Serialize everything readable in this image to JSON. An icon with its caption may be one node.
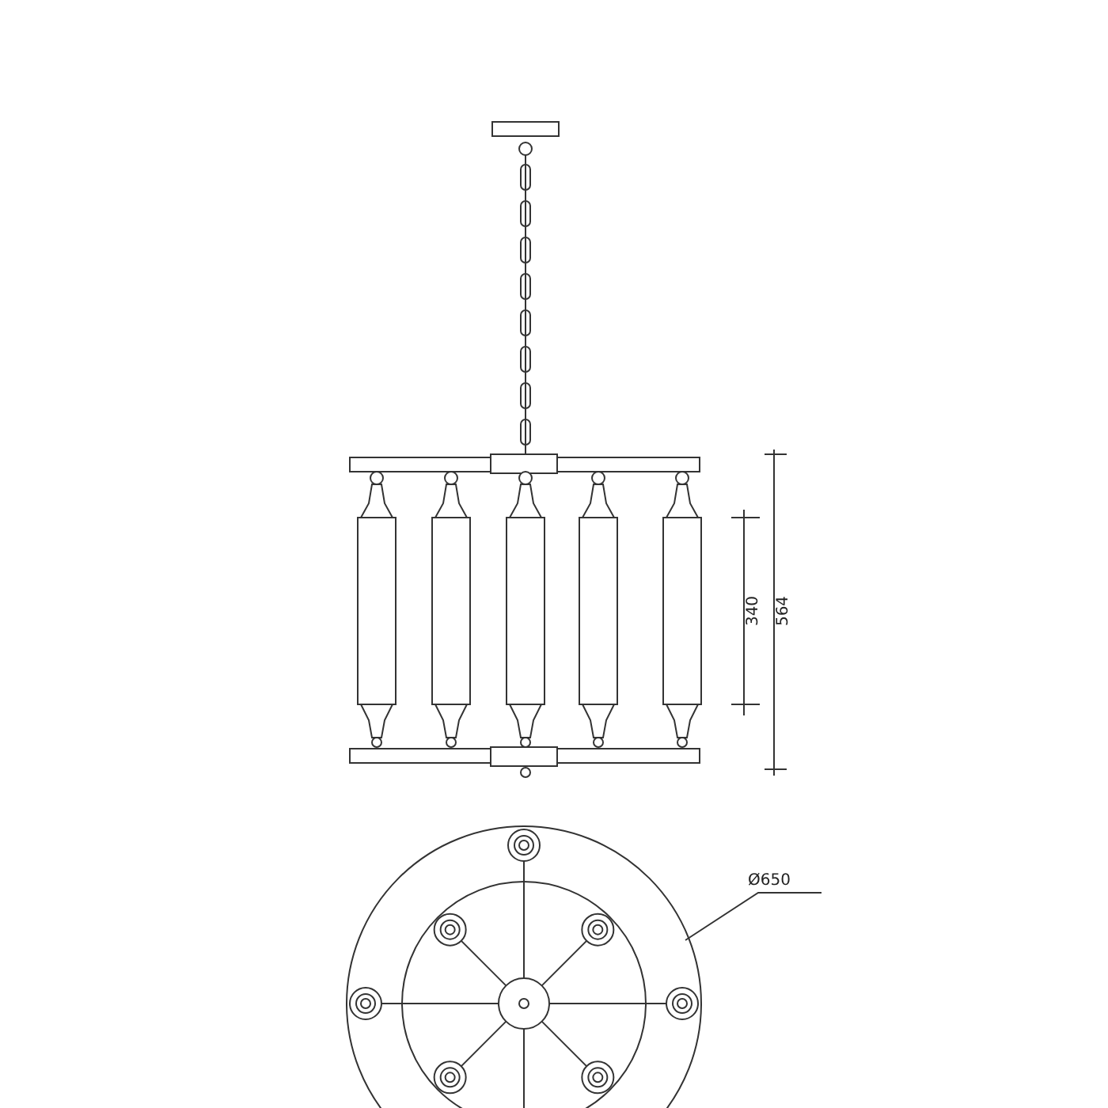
{
  "diagram": {
    "labels": [
      "340",
      "564",
      "Ø650"
    ]
  }
}
